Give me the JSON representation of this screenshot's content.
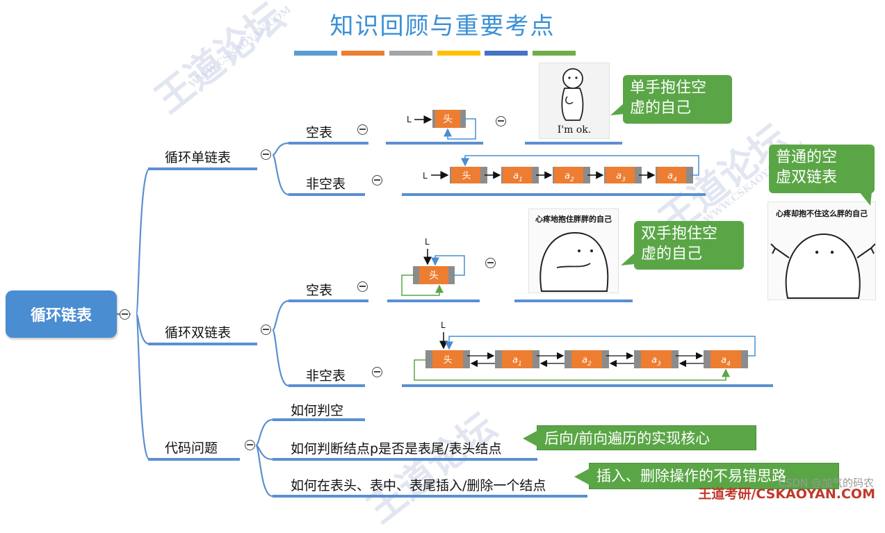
{
  "title": "知识回顾与重要考点",
  "color_bars": [
    "#5b9bd5",
    "#ed7d31",
    "#a5a5a5",
    "#ffc000",
    "#4472c4",
    "#70ad47"
  ],
  "root": {
    "label": "循环链表"
  },
  "branches": {
    "single": {
      "label": "循环单链表",
      "empty": {
        "label": "空表"
      },
      "nonempty": {
        "label": "非空表"
      }
    },
    "double": {
      "label": "循环双链表",
      "empty": {
        "label": "空表"
      },
      "nonempty": {
        "label": "非空表"
      }
    },
    "code": {
      "label": "代码问题",
      "items": [
        "如何判空",
        "如何判断结点p是否是表尾/表头结点",
        "如何在表头、表中、表尾插入/删除一个结点"
      ]
    }
  },
  "diagrams": {
    "pointer": "L",
    "head": "头",
    "nodes": [
      "a1",
      "a2",
      "a3",
      "a4"
    ]
  },
  "callouts": {
    "single_empty": "单手抱住空\n虚的自己",
    "double_empty": "双手抱住空\n虚的自己",
    "double_list": "普通的空\n虚双链表",
    "traverse": "后向/前向遍历的实现核心",
    "ops": "插入、删除操作的不易错思路"
  },
  "photos": {
    "im_ok": "I'm ok.",
    "hug_two": "心疼地抱住胖胖的自己",
    "cant_hug": "心疼却抱不住这么胖的自己"
  },
  "watermarks": {
    "brand": "王道论坛",
    "site": "WWW.CSKAOYAN.COM"
  },
  "footer": "王道考研/CSKAOYAN.COM",
  "csdn": "CSDN @加气的码农"
}
